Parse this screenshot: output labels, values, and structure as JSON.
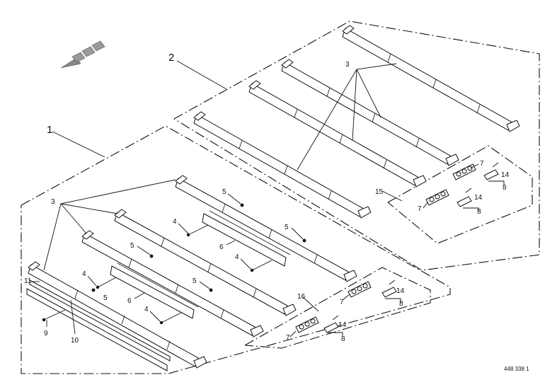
{
  "diagram": {
    "labels": {
      "assembly_1": "1",
      "assembly_2": "2",
      "roller": "3",
      "bolt": "4",
      "nut": "5",
      "scraper": "6",
      "chain": "7",
      "link": "8",
      "screw": "9",
      "rail": "10",
      "bracket": "11",
      "pin": "14",
      "kit_15": "15",
      "kit_16": "16"
    },
    "drawing_number": "448 338 1"
  }
}
